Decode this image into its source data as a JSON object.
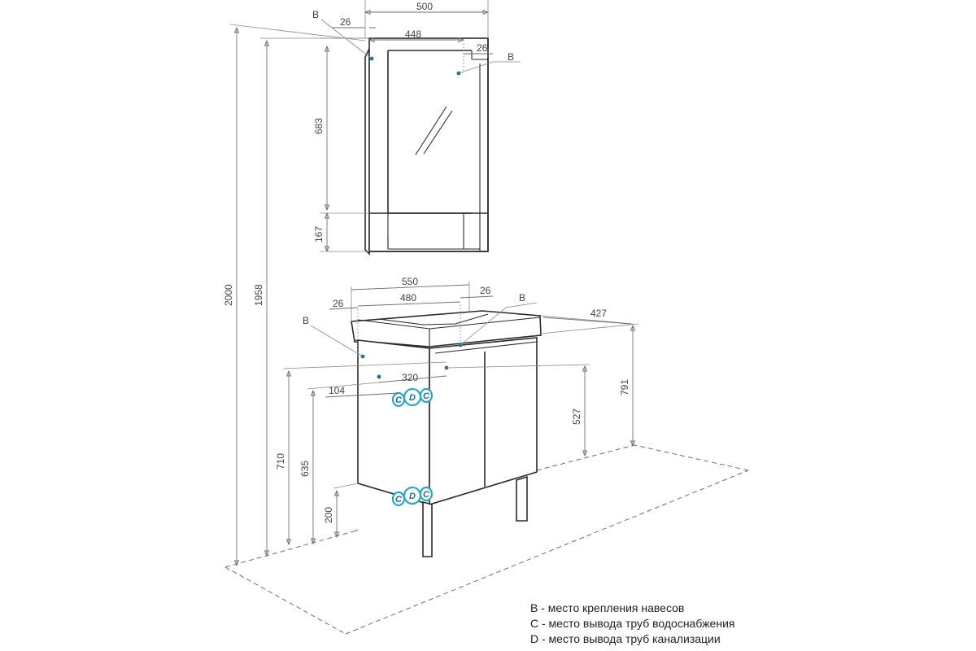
{
  "cabinet": {
    "width_outer": "500",
    "width_inner": "448",
    "side_left": "26",
    "side_right": "26",
    "mirror_height": "683",
    "shelf_height": "167",
    "mark_left": "B",
    "mark_right": "B"
  },
  "vanity": {
    "width_top": "550",
    "width_inner": "480",
    "offset_left": "26",
    "offset_right": "26",
    "depth": "427",
    "height_total": "791",
    "drain_height": "527",
    "mount_span": "320",
    "mount_offset": "104",
    "water_height": "710",
    "mount_height": "635",
    "leg_height": "200",
    "mark_left": "B",
    "mark_right": "B"
  },
  "overall": {
    "total_height": "2000",
    "mount_height": "1958"
  },
  "connectors": {
    "c_label": "C",
    "d_label": "D"
  },
  "legend": [
    "B - место крепления навесов",
    "C - место вывода труб водоснабжения",
    "D - место вывода труб канализации"
  ],
  "colors": {
    "line": "#2b2b2b",
    "dimension": "#6e6e6e",
    "connector": "#2aa7c9",
    "marker": "#1e6e8c"
  }
}
